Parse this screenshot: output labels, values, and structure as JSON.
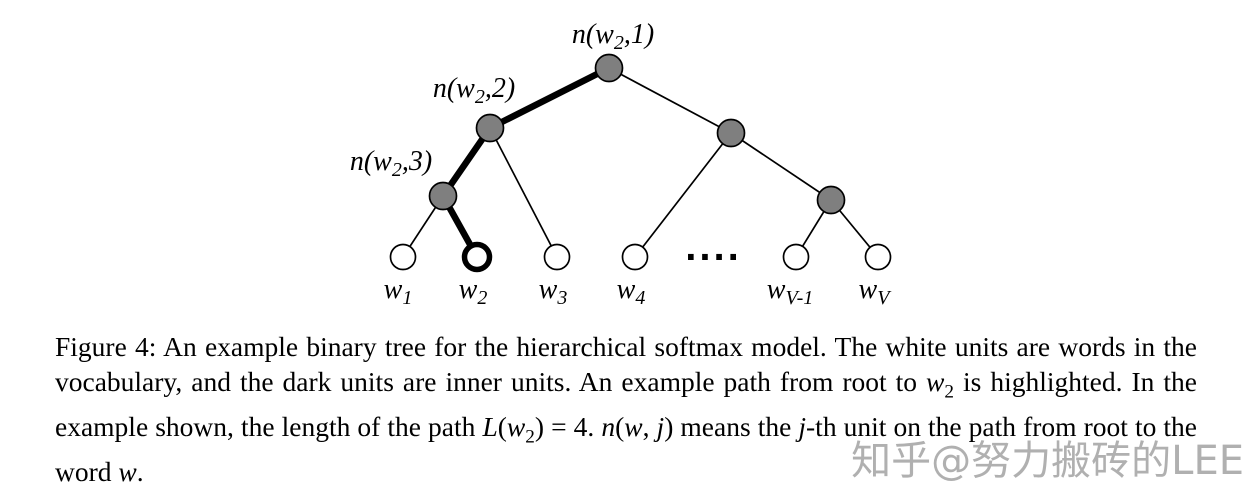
{
  "figure": {
    "node_labels": [
      {
        "pre": "n(w",
        "sub": "2",
        "post": ",1)"
      },
      {
        "pre": "n(w",
        "sub": "2",
        "post": ",2)"
      },
      {
        "pre": "n(w",
        "sub": "2",
        "post": ",3)"
      }
    ],
    "leaves": [
      {
        "base": "w",
        "sub": "1"
      },
      {
        "base": "w",
        "sub": "2"
      },
      {
        "base": "w",
        "sub": "3"
      },
      {
        "base": "w",
        "sub": "4"
      },
      {
        "base": "w",
        "sub": "V-1"
      },
      {
        "base": "w",
        "sub": "V"
      }
    ],
    "dots": "....",
    "colors": {
      "inner_fill": "#7f7f7f",
      "leaf_fill": "#ffffff",
      "stroke": "#000000"
    }
  },
  "caption": {
    "segments": [
      {
        "t": "Figure 4: An example binary tree for the hierarchical softmax model. The white units are words in the vocabulary, and the dark units are inner units. An example path from root to "
      },
      {
        "t": "w"
      },
      {
        "t": "2"
      },
      {
        "t": " is highlighted. In the example shown, the length of the path "
      },
      {
        "t": "L"
      },
      {
        "t": "("
      },
      {
        "t": "w"
      },
      {
        "t": "2"
      },
      {
        "t": ") = 4. "
      },
      {
        "t": "n"
      },
      {
        "t": "("
      },
      {
        "t": "w"
      },
      {
        "t": ", "
      },
      {
        "t": "j"
      },
      {
        "t": ") means the "
      },
      {
        "t": "j"
      },
      {
        "t": "-th unit on the path from root to the word "
      },
      {
        "t": "w"
      },
      {
        "t": "."
      }
    ]
  },
  "watermark": {
    "text": "知乎@努力搬砖的LEE"
  }
}
